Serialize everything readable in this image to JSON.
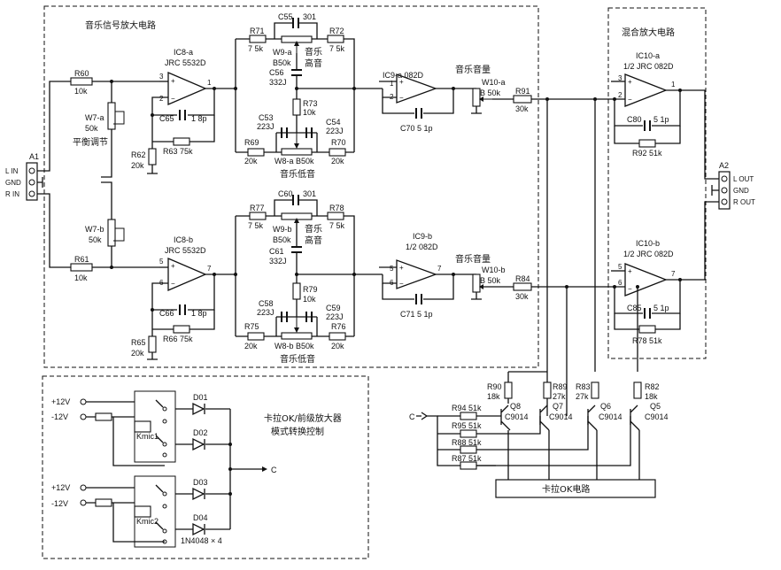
{
  "sections": {
    "music_amp": "音乐信号放大电路",
    "mix_amp": "混合放大电路",
    "mode_ctrl_1": "卡拉OK/前级放大器",
    "mode_ctrl_2": "模式转换控制",
    "karaoke": "卡拉OK电路"
  },
  "labels": {
    "balance": "平衡调节",
    "music_vol_a": "音乐音量",
    "music_vol_b": "音乐音量",
    "treble_a": "音乐",
    "treble_a2": "高音",
    "treble_b": "音乐",
    "treble_b2": "高音",
    "bass_a": "音乐低音",
    "bass_b": "音乐低音"
  },
  "connectors": {
    "a1": "A1",
    "a1_lin": "L IN",
    "a1_gnd": "GND",
    "a1_rin": "R IN",
    "a2": "A2",
    "a2_lout": "L OUT",
    "a2_gnd": "GND",
    "a2_rout": "R OUT",
    "c_in": "C",
    "c_out": "C"
  },
  "ics": {
    "ic8a": "IC8-a",
    "ic8a_p": "JRC 5532D",
    "ic8b": "IC8-b",
    "ic8b_p": "JRC 5532D",
    "ic9a": "IC9-a 082D",
    "ic9b": "IC9-b",
    "ic9b_p": "1/2 082D",
    "ic10a": "IC10-a",
    "ic10a_p": "1/2 JRC 082D",
    "ic10b": "IC10-b",
    "ic10b_p": "1/2 JRC 082D"
  },
  "pins": {
    "p3": "3",
    "p2": "2",
    "p1": "1",
    "p5": "5",
    "p6": "6",
    "p7": "7"
  },
  "parts": {
    "r60": "R60",
    "r60v": "10k",
    "r61": "R61",
    "r61v": "10k",
    "w7a": "W7-a",
    "w7av": "50k",
    "w7b": "W7-b",
    "w7bv": "50k",
    "r62": "R62",
    "r62v": "20k",
    "r63": "R63  75k",
    "c65": "C65",
    "c65v": "1 8p",
    "r65": "R65",
    "r65v": "20k",
    "r66": "R66  75k",
    "c66": "C66",
    "c66v": "1 8p",
    "r71": "R71",
    "r71v": "7 5k",
    "r72": "R72",
    "r72v": "7 5k",
    "c55": "C55",
    "c55v": "301",
    "w9a": "W9-a",
    "w9av": "B50k",
    "c56": "C56",
    "c56v": "332J",
    "r73": "R73",
    "r73v": "10k",
    "c53": "C53",
    "c53v": "223J",
    "c54": "C54",
    "c54v": "223J",
    "r69": "R69",
    "r69v": "20k",
    "w8a": "W8-a  B50k",
    "r70": "R70",
    "r70v": "20k",
    "r77": "R77",
    "r77v": "7 5k",
    "r78": "R78",
    "r78v": "7 5k",
    "c60": "C60",
    "c60v": "301",
    "w9b": "W9-b",
    "w9bv": "B50k",
    "c61": "C61",
    "c61v": "332J",
    "r79": "R79",
    "r79v": "10k",
    "c58": "C58",
    "c58v": "223J",
    "c59": "C59",
    "c59v": "223J",
    "r75": "R75",
    "r75v": "20k",
    "w8b": "W8-b  B50k",
    "r76": "R76",
    "r76v": "20k",
    "w10a": "W10-a",
    "w10av": "B 50k",
    "w10b": "W10-b",
    "w10bv": "B 50k",
    "c70": "C70  5 1p",
    "c71": "C71  5 1p",
    "r91": "R91",
    "r91v": "30k",
    "r84": "R84",
    "r84v": "30k",
    "c80": "C80",
    "c80v": "5 1p",
    "r92": "R92  51k",
    "c85": "C85",
    "c85v": "5 1p",
    "r78b": "R78  51k",
    "r90": "R90",
    "r90v": "18k",
    "r89": "R89",
    "r89v": "27k",
    "r83": "R83",
    "r83v": "27k",
    "r82": "R82",
    "r82v": "18k",
    "q8": "Q8",
    "q8v": "C9014",
    "q7": "Q7",
    "q7v": "C9014",
    "q6": "Q6",
    "q6v": "C9014",
    "q5": "Q5",
    "q5v": "C9014",
    "r94": "R94  51k",
    "r95": "R95  51k",
    "r88": "R88  51k",
    "r87": "R87  51k",
    "p12a": "+12V",
    "m12a": "-12V",
    "p12b": "+12V",
    "m12b": "-12V",
    "kmic1": "Kmic1",
    "kmic2": "Kmic2",
    "d01": "D01",
    "d02": "D02",
    "d03": "D03",
    "d04": "D04",
    "dtype": "1N4048 × 4"
  }
}
